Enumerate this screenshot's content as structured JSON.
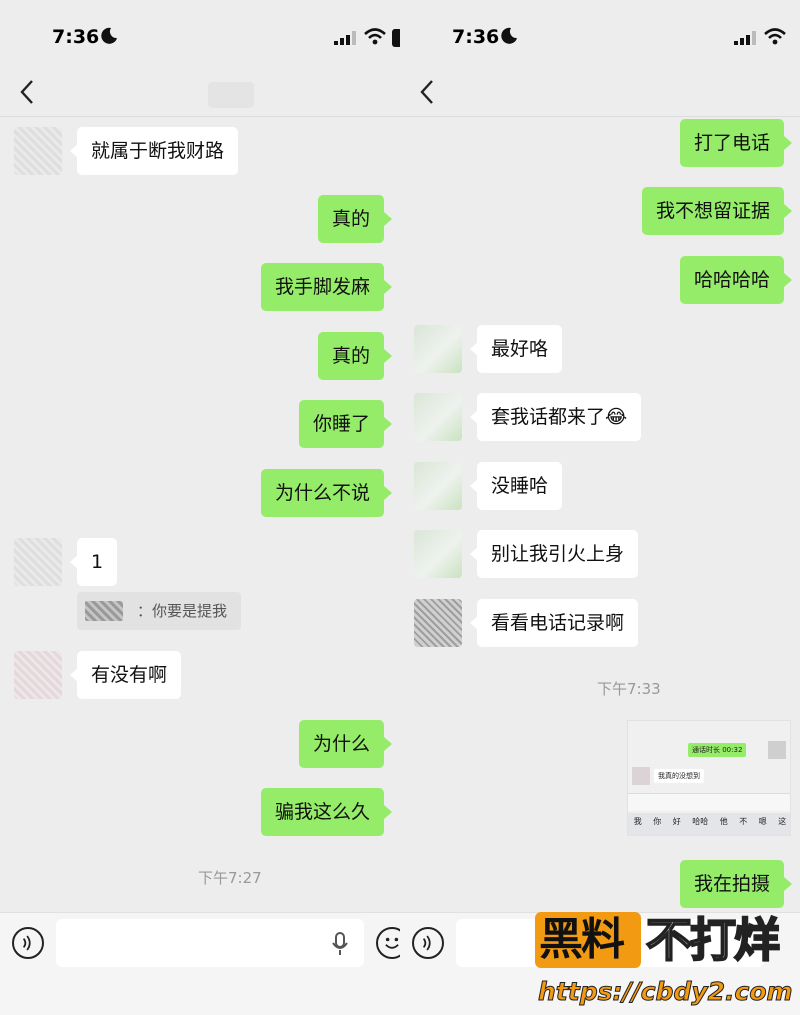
{
  "left": {
    "status": {
      "time": "7:36"
    },
    "messages": [
      {
        "dir": "in",
        "text": "就属于断我财路",
        "avatar": "gray"
      },
      {
        "dir": "out",
        "text": "真的"
      },
      {
        "dir": "out",
        "text": "我手脚发麻"
      },
      {
        "dir": "out",
        "text": "真的"
      },
      {
        "dir": "out",
        "text": "你睡了"
      },
      {
        "dir": "out",
        "text": "为什么不说"
      },
      {
        "dir": "in",
        "text": "1",
        "avatar": "gray"
      },
      {
        "dir": "quote",
        "text": "：你要是提我"
      },
      {
        "dir": "in",
        "text": "有没有啊",
        "avatar": "pink"
      },
      {
        "dir": "out",
        "text": "为什么"
      },
      {
        "dir": "out",
        "text": "骗我这么久"
      }
    ],
    "timestamp": "下午7:27"
  },
  "right": {
    "status": {
      "time": "7:36"
    },
    "messages": [
      {
        "dir": "out",
        "text": "打了电话"
      },
      {
        "dir": "out",
        "text": "我不想留证据"
      },
      {
        "dir": "out",
        "text": "哈哈哈哈"
      },
      {
        "dir": "in",
        "text": "最好咯",
        "avatar": "green"
      },
      {
        "dir": "in",
        "text": "套我话都来了😂",
        "avatar": "green"
      },
      {
        "dir": "in",
        "text": "没睡哈",
        "avatar": "green"
      },
      {
        "dir": "in",
        "text": "别让我引火上身",
        "avatar": "green"
      },
      {
        "dir": "in",
        "text": "看看电话记录啊",
        "avatar": "dark"
      },
      {
        "dir": "out",
        "text": "我在拍摄"
      }
    ],
    "timestamp": "下午7:33",
    "screenshot": {
      "call_text": "通话时长 00:32",
      "reply_text": "我真的没想到",
      "keys": [
        "我",
        "你",
        "好",
        "哈哈",
        "他",
        "不",
        "嗯",
        "这"
      ]
    }
  },
  "watermark": {
    "brand": "黑料",
    "tagline": "不打烊",
    "url": "https://cbdy2.com",
    "accent": "#f39a13"
  },
  "colors": {
    "bubble_out": "#95ec69",
    "bubble_in": "#ffffff",
    "background": "#ededed"
  }
}
